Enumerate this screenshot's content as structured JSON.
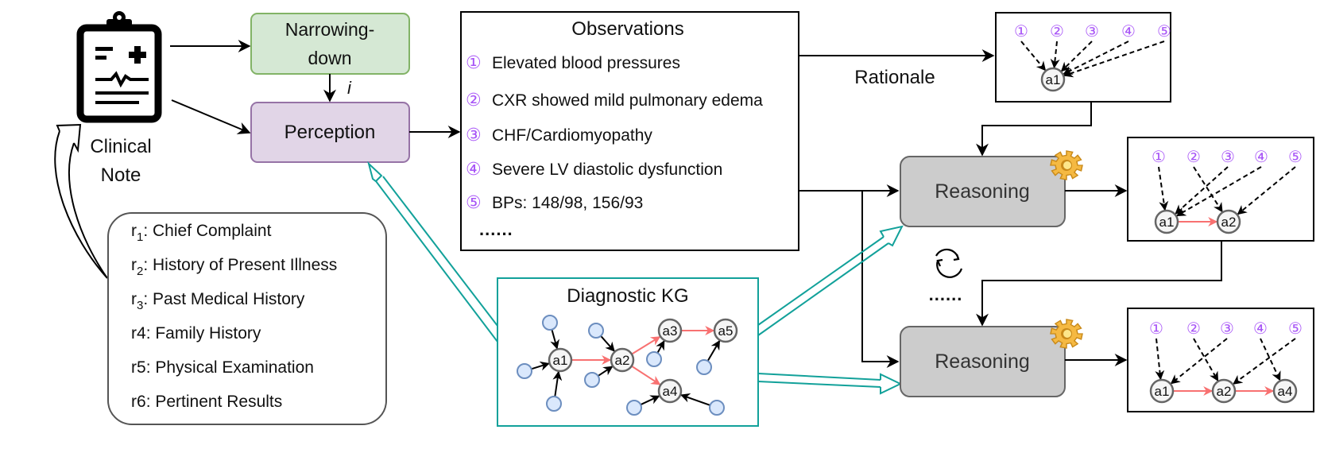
{
  "clinical_note": {
    "label_line1": "Clinical",
    "label_line2": "Note"
  },
  "narrowing_down": {
    "line1": "Narrowing-",
    "line2": "down",
    "edge_label": "i"
  },
  "perception": {
    "label": "Perception"
  },
  "sections": {
    "items": [
      {
        "prefix": "r",
        "sub": "1",
        "text": ": Chief Complaint"
      },
      {
        "prefix": "r",
        "sub": "2",
        "text": ": History of Present Illness"
      },
      {
        "prefix": "r",
        "sub": "3",
        "text": ": Past Medical History"
      },
      {
        "prefix": "r4",
        "sub": "",
        "text": ": Family History"
      },
      {
        "prefix": "r5",
        "sub": "",
        "text": ": Physical Examination"
      },
      {
        "prefix": "r6",
        "sub": "",
        "text": ": Pertinent Results"
      }
    ]
  },
  "observations": {
    "title": "Observations",
    "items": [
      {
        "marker": "①",
        "text": "Elevated blood pressures"
      },
      {
        "marker": "②",
        "text": "CXR showed mild pulmonary edema"
      },
      {
        "marker": "③",
        "text": "CHF/Cardiomyopathy"
      },
      {
        "marker": "④",
        "text": "Severe LV diastolic dysfunction"
      },
      {
        "marker": "⑤",
        "text": "BPs: 148/98, 156/93"
      }
    ],
    "ellipsis": "......"
  },
  "rationale": {
    "label": "Rationale"
  },
  "knowledge_graph": {
    "title": "Diagnostic KG",
    "nodes": [
      "a1",
      "a2",
      "a3",
      "a4",
      "a5"
    ]
  },
  "reasoning": {
    "label_1": "Reasoning",
    "label_2": "Reasoning",
    "loop_ellipsis": "......"
  },
  "evidence_graphs": {
    "markers": [
      "①",
      "②",
      "③",
      "④",
      "⑤"
    ],
    "graph_1_nodes": [
      "a1"
    ],
    "graph_2_nodes": [
      "a1",
      "a2"
    ],
    "graph_3_nodes": [
      "a1",
      "a2",
      "a4"
    ]
  },
  "colors": {
    "narrowing_fill": "#d5e8d4",
    "narrowing_stroke": "#82b366",
    "perception_fill": "#e1d5e7",
    "perception_stroke": "#9673a6",
    "reasoning_fill": "#cccccc",
    "reasoning_stroke": "#666666",
    "kg_stroke": "#12a19a",
    "observation_marker": "#a855f7",
    "causal_edge": "#f87171",
    "leaf_node_fill": "#dae8fc",
    "leaf_node_stroke": "#6c8ebf",
    "gear": "#f5b942"
  }
}
